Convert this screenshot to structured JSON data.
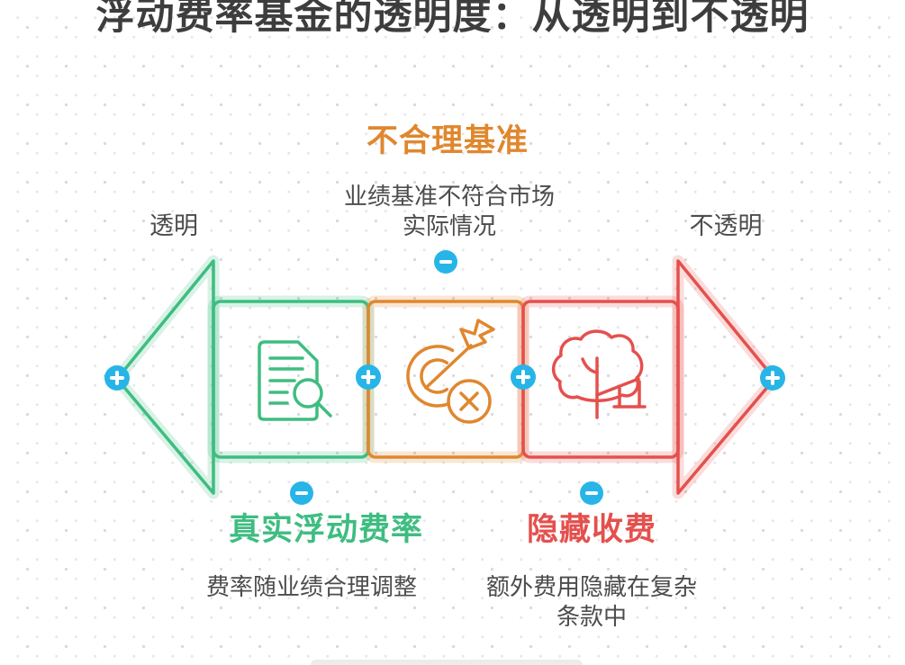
{
  "title": "浮动费率基金的透明度：从透明到不透明",
  "labels": {
    "left": "透明",
    "right": "不透明"
  },
  "sections": {
    "benchmark": {
      "title": "不合理基准",
      "desc": "业绩基准不符合市场\n实际情况"
    },
    "floating": {
      "title": "真实浮动费率",
      "desc": "费率随业绩合理调整"
    },
    "hidden": {
      "title": "隐藏收费",
      "desc": "额外费用隐藏在复杂\n条款中"
    }
  },
  "diagram": {
    "direction_left": "transparent-end",
    "direction_right": "opaque-end",
    "boxes": [
      {
        "id": "floating-fee",
        "icon": "document-search-icon",
        "color_key": "green"
      },
      {
        "id": "unreasonable-benchmark",
        "icon": "target-dart-x-icon",
        "color_key": "orange"
      },
      {
        "id": "hidden-fee",
        "icon": "tree-swing-icon",
        "color_key": "red"
      }
    ],
    "plus_badge_glyph": "+",
    "minus_badge_glyph": "−"
  },
  "colors": {
    "green": "#3ebd81",
    "orange": "#e0872e",
    "red": "#e4504d",
    "blue": "#27b5e8",
    "text_dark": "#3d3d3d",
    "text_gray": "#4c4c4c"
  }
}
